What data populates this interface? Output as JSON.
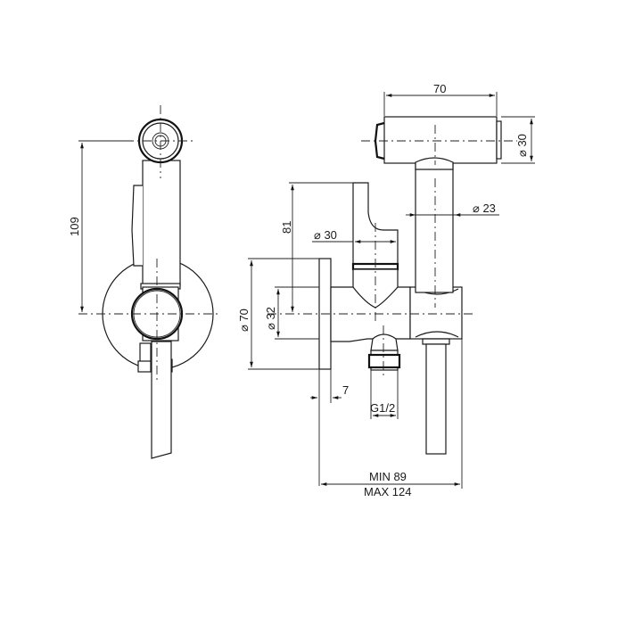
{
  "drawing": {
    "type": "technical-drawing",
    "subject": "bidet shower set with wall valve (side & front views)",
    "line_color": "#1a1a1a",
    "background": "#ffffff"
  },
  "dimensions": {
    "height_total": "109",
    "handset_length": "70",
    "handset_diameter": "⌀ 30",
    "hose_holder_diameter": "⌀ 23",
    "height_handle": "81",
    "handle_diameter": "⌀ 30",
    "rosette_diameter": "⌀ 70",
    "body_diameter": "⌀ 32",
    "rosette_thickness": "7",
    "inlet_thread": "G1/2",
    "projection_min": "MIN 89",
    "projection_max": "MAX 124"
  }
}
